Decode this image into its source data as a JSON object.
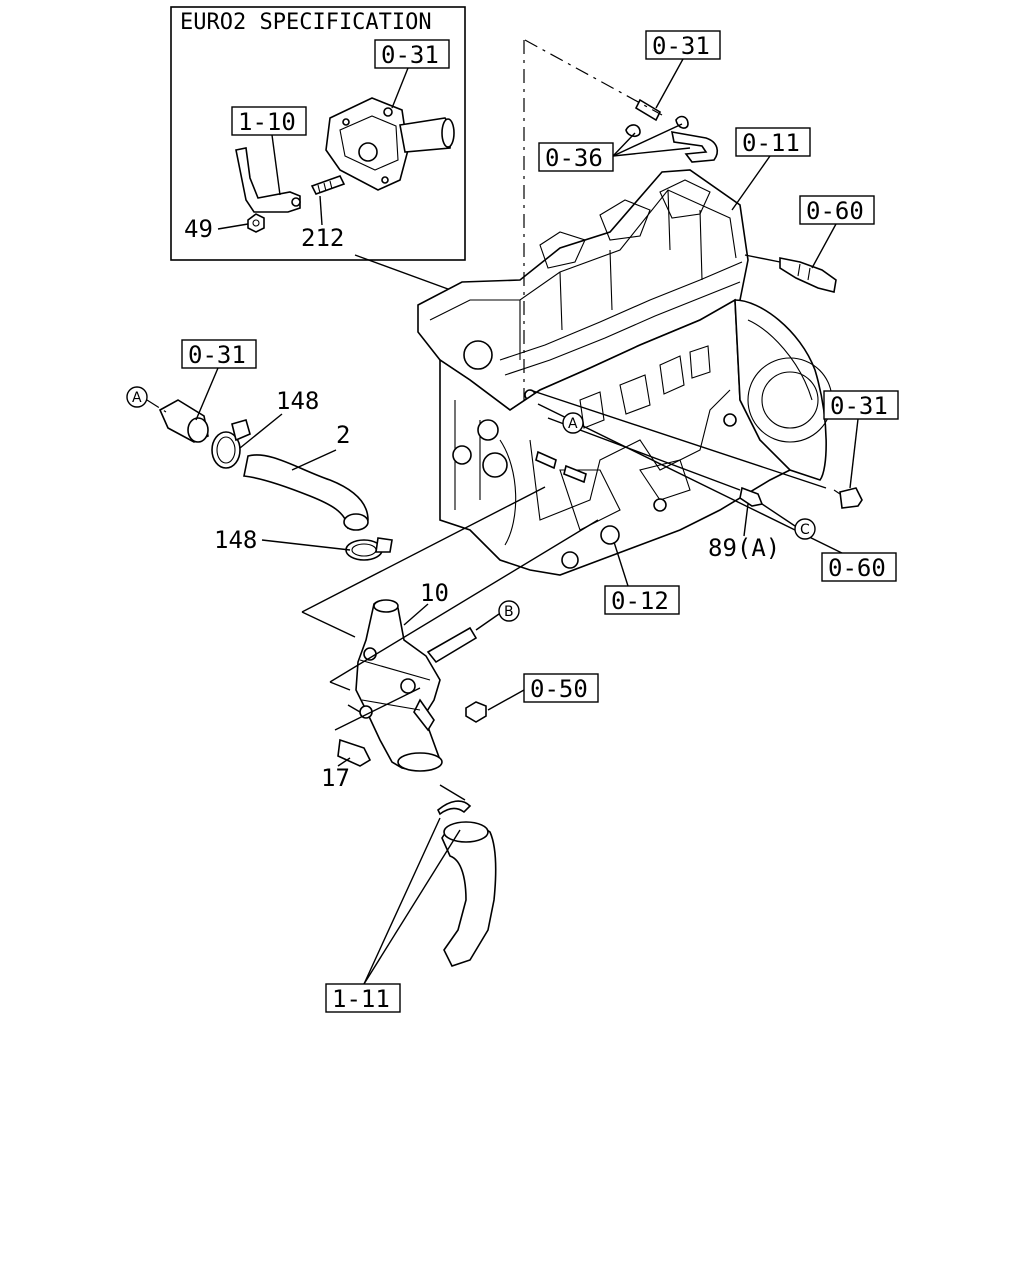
{
  "inset": {
    "title": "EURO2 SPECIFICATION"
  },
  "refs": {
    "inset_031": "0-31",
    "inset_110": "1-10",
    "top_031": "0-31",
    "r036": "0-36",
    "r011": "0-11",
    "r060_top": "0-60",
    "left_031": "0-31",
    "right_031": "0-31",
    "r012": "0-12",
    "r060_bottom": "0-60",
    "r050": "0-50",
    "r111": "1-11"
  },
  "parts": {
    "p49": "49",
    "p212": "212",
    "p148_top": "148",
    "p2": "2",
    "p148_mid": "148",
    "p10": "10",
    "p17": "17",
    "p89": "89(A)"
  },
  "markers": {
    "A": "A",
    "B": "B",
    "C": "C"
  }
}
